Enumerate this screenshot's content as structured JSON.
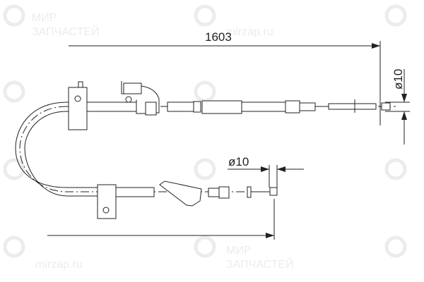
{
  "watermark": {
    "brand_lines": [
      "МИР",
      "ЗАПЧАСТЕЙ"
    ],
    "site": "mirzap.ru",
    "color": "#ececec"
  },
  "dimensions": {
    "top_length": "1603",
    "right_diameter": "ø10",
    "bottom_diameter": "ø10"
  },
  "colors": {
    "line": "#222222",
    "background": "#ffffff"
  }
}
